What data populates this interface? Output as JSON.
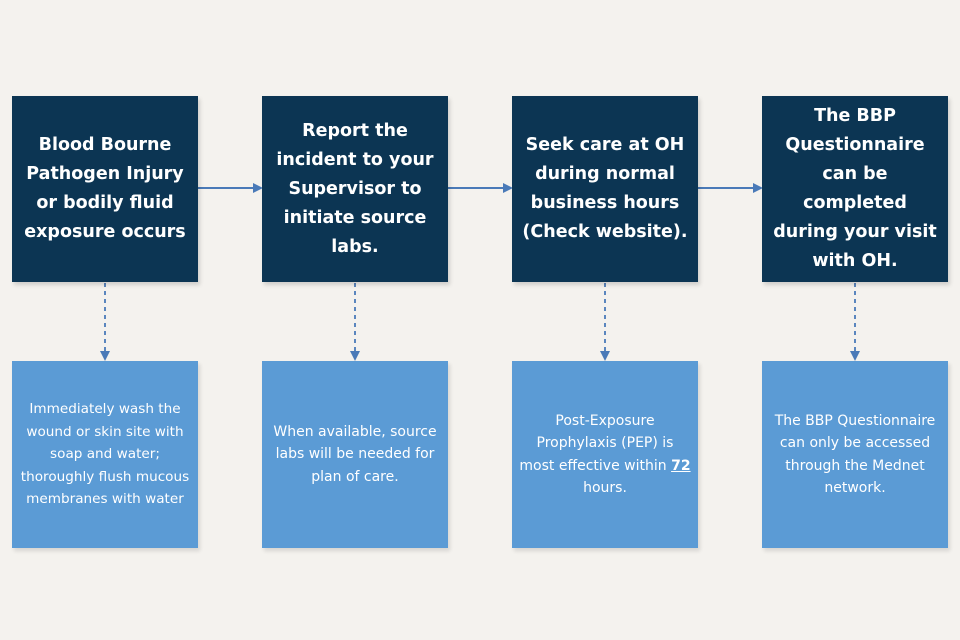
{
  "steps": [
    {
      "title": "Blood Bourne Pathogen Injury or bodily fluid exposure occurs",
      "note": "Immediately wash the wound or skin site with soap and water; thoroughly flush mucous membranes with water"
    },
    {
      "title": "Report the incident to your Supervisor to initiate source labs.",
      "note": "When available, source labs will be needed for plan of care."
    },
    {
      "title": "Seek care at OH during normal business hours (Check website).",
      "note_prefix": "Post-Exposure Prophylaxis (PEP) is most effective within",
      "note_highlight": "72",
      "note_suffix": "hours."
    },
    {
      "title": "The BBP Questionnaire can be completed during your visit with OH.",
      "note": "The BBP Questionnaire can only be accessed through the Mednet network."
    }
  ],
  "colors": {
    "background": "#f4f2ee",
    "step_box": "#0c3553",
    "note_box": "#5b9bd5",
    "connector": "#4a7ab8"
  }
}
